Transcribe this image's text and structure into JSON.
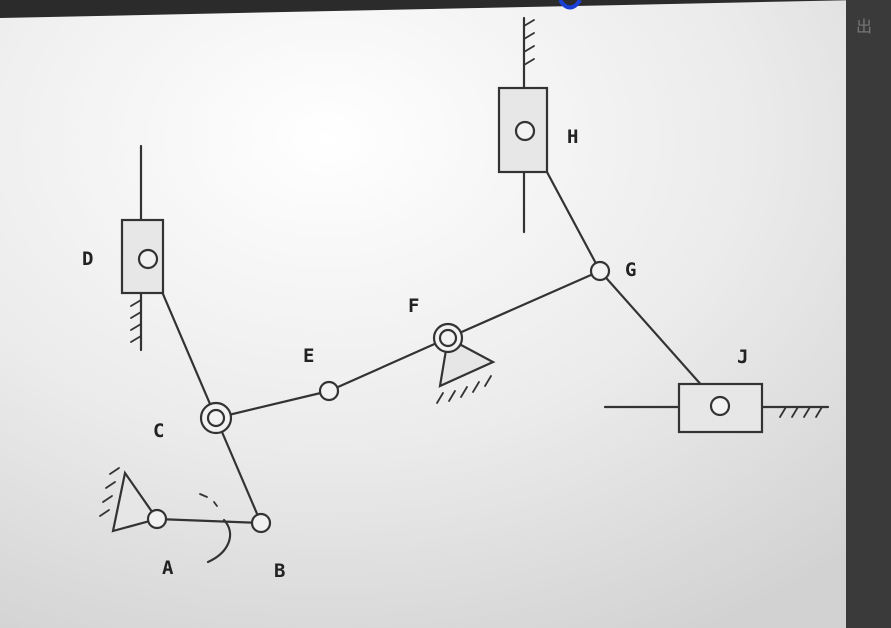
{
  "diagram": {
    "joint_labels": {
      "A": "A",
      "B": "B",
      "C": "C",
      "D": "D",
      "E": "E",
      "F": "F",
      "G": "G",
      "H": "H",
      "J": "J"
    },
    "edge_text": "出"
  },
  "colors": {
    "paper": "#e9e9e9",
    "ink": "#333333",
    "frame": "#2b2b2b",
    "accent": "#1a3fd6"
  }
}
